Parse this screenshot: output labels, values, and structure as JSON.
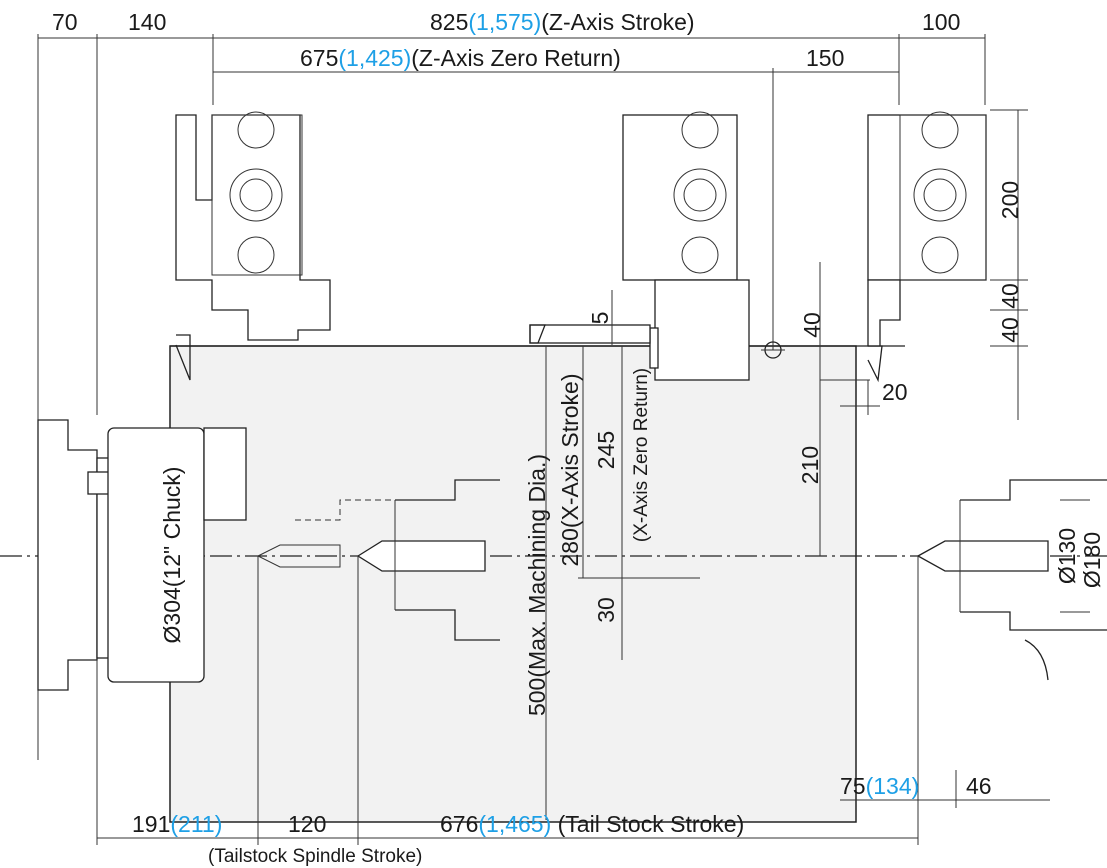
{
  "colors": {
    "accent_blue": "#1ea0e6",
    "line": "#222222",
    "work_area_fill": "#f2f2f2"
  },
  "dimensions": {
    "top_70": "70",
    "top_140": "140",
    "z_stroke": {
      "value": "825",
      "alt": "(1,575)",
      "label": "(Z-Axis Stroke)"
    },
    "top_100": "100",
    "z_zero": {
      "value": "675",
      "alt": "(1,425)",
      "label": "(Z-Axis Zero Return)"
    },
    "top_150": "150",
    "right_200": "200",
    "right_40a": "40",
    "right_40b": "40",
    "v_40": "40",
    "v_5": "5",
    "v_20": "20",
    "v_210": "210",
    "v_245": "245",
    "x_zero_label": "(X-Axis Zero Return)",
    "x_stroke": "280(X-Axis Stroke)",
    "max_dia": "500(Max. Machining Dia.)",
    "v_30": "30",
    "chuck": "Ø304(12\" Chuck)",
    "d130": "Ø130",
    "d180": "Ø180",
    "b_75": "75",
    "b_134": "(134)",
    "b_46": "46",
    "b_191": "191",
    "b_211": "(211)",
    "b_120": "120",
    "tail_stroke": {
      "value": "676",
      "alt": "(1,465)",
      "label": " (Tail Stock Stroke)"
    },
    "tailstock_spindle": "(Tailstock Spindle Stroke)"
  }
}
